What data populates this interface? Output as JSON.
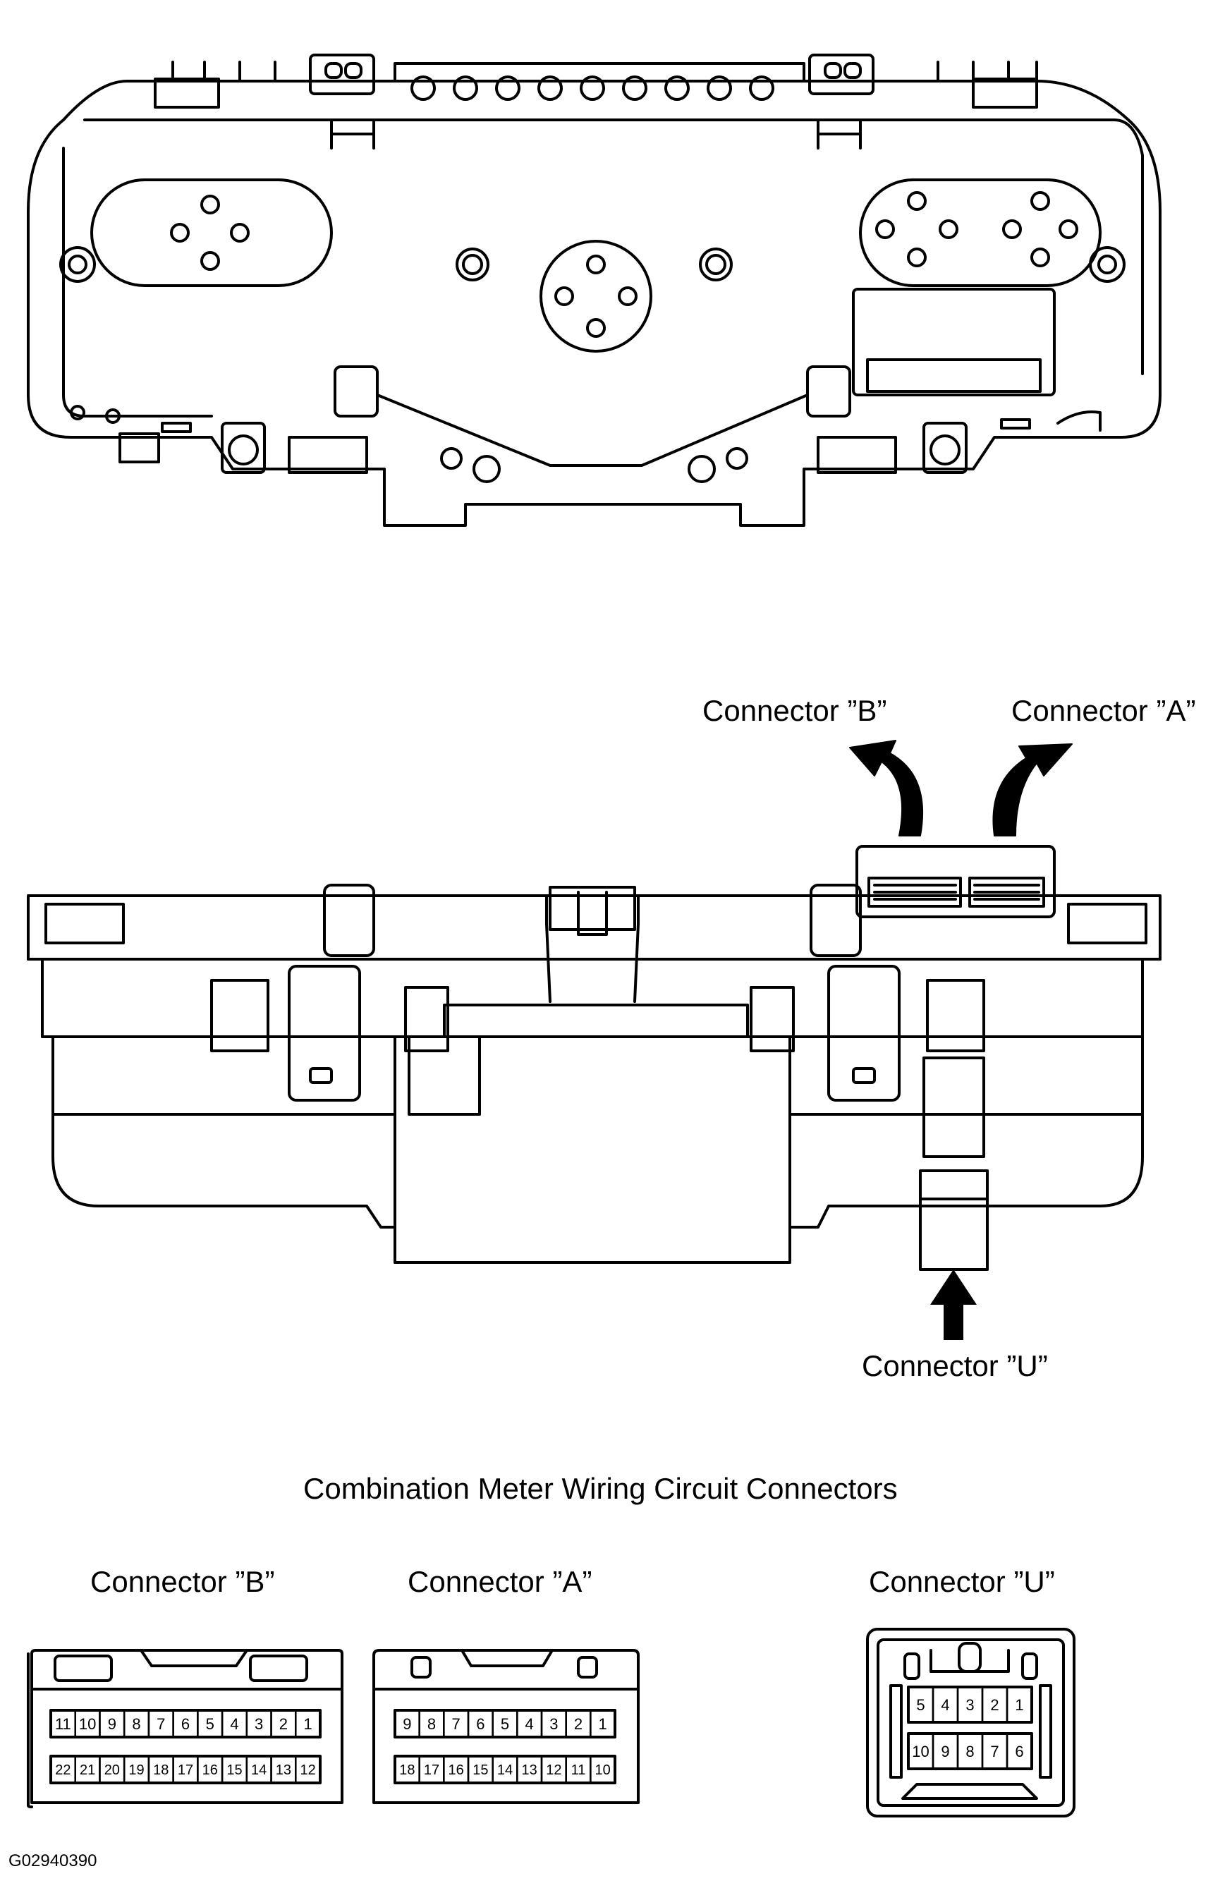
{
  "labels": {
    "connector_b_top": "Connector ”B”",
    "connector_a_top": "Connector ”A”",
    "connector_u_mid": "Connector ”U”",
    "section_title": "Combination Meter Wiring Circuit Connectors",
    "connector_b_bottom": "Connector ”B”",
    "connector_a_bottom": "Connector ”A”",
    "connector_u_bottom": "Connector ”U”",
    "figure_code": "G02940390"
  },
  "connectors": {
    "B": {
      "top_row": [
        "11",
        "10",
        "9",
        "8",
        "7",
        "6",
        "5",
        "4",
        "3",
        "2",
        "1"
      ],
      "bottom_row": [
        "22",
        "21",
        "20",
        "19",
        "18",
        "17",
        "16",
        "15",
        "14",
        "13",
        "12"
      ]
    },
    "A": {
      "top_row": [
        "9",
        "8",
        "7",
        "6",
        "5",
        "4",
        "3",
        "2",
        "1"
      ],
      "bottom_row": [
        "18",
        "17",
        "16",
        "15",
        "14",
        "13",
        "12",
        "11",
        "10"
      ]
    },
    "U": {
      "top_row": [
        "5",
        "4",
        "3",
        "2",
        "1"
      ],
      "bottom_row": [
        "10",
        "9",
        "8",
        "7",
        "6"
      ]
    }
  }
}
